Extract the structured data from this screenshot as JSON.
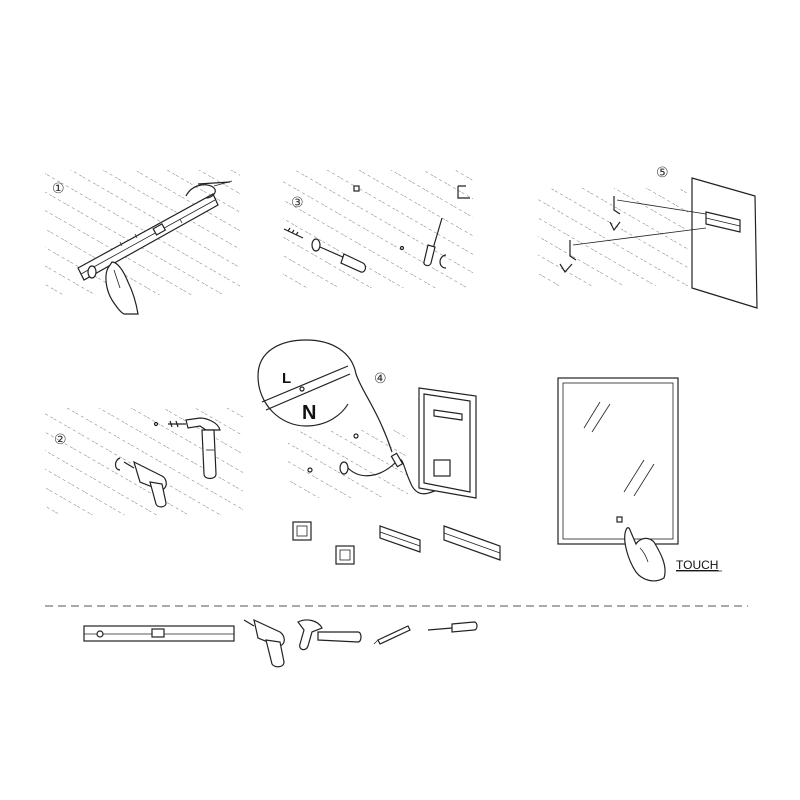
{
  "steps": {
    "step1": "①",
    "step2": "②",
    "step3": "③",
    "step4": "④",
    "step5": "⑤"
  },
  "wiring": {
    "live": "L",
    "neutral": "N"
  },
  "touch_label": "TOUCH",
  "icons": [
    "spirit-level-icon",
    "drill-icon",
    "hammer-icon",
    "pencil-icon",
    "screwdriver-icon",
    "hand-icon",
    "screw-icon",
    "anchor-icon",
    "bracket-icon",
    "mirror-icon"
  ]
}
